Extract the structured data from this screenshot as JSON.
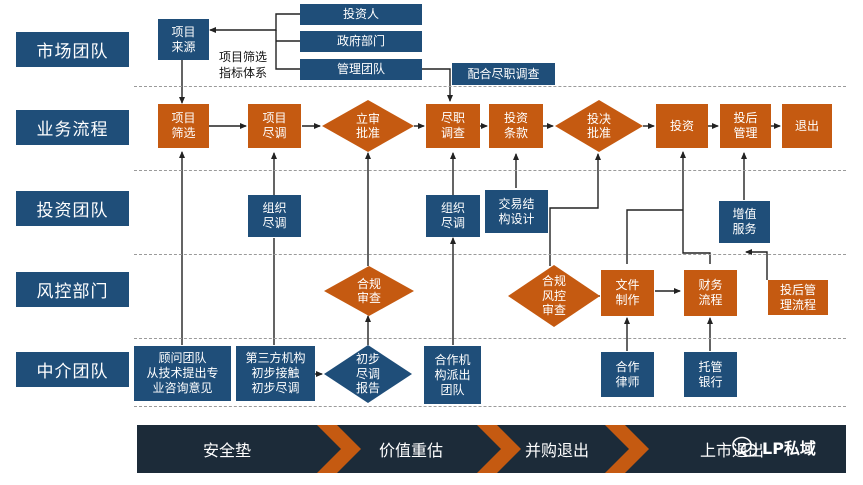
{
  "lanes": [
    {
      "label": "市场团队"
    },
    {
      "label": "业务流程"
    },
    {
      "label": "投资团队"
    },
    {
      "label": "风控部门"
    },
    {
      "label": "中介团队"
    }
  ],
  "market": {
    "source_box": "项目\n来源",
    "investor": "投资人",
    "government": "政府部门",
    "management_team": "管理团队",
    "screening_criteria": "项目筛选\n指标体系",
    "dd_assist": "配合尽职调查"
  },
  "process": {
    "screening": "项目\n筛选",
    "preliminary_dd": "项目\n尽调",
    "approval": "立审\n批准",
    "due_diligence": "尽职\n调查",
    "terms": "投资\n条款",
    "decision": "投决\n批准",
    "invest": "投资",
    "post_management": "投后\n管理",
    "exit": "退出"
  },
  "invest_team": {
    "org_dd_1": "组织\n尽调",
    "org_dd_2": "组织\n尽调",
    "deal_structure": "交易结\n构设计",
    "value_add": "增值\n服务"
  },
  "risk": {
    "compliance_review": "合规\n审查",
    "compliance_risk_review": "合规\n风控\n审查",
    "doc_prep": "文件\n制作",
    "finance_flow": "财务\n流程",
    "post_invest_flow": "投后管\n理流程"
  },
  "intermediary": {
    "advisor": "顾问团队\n从技术提出专\n业咨询意见",
    "third_party": "第三方机构\n初步接触\n初步尽调",
    "prelim_report": "初步\n尽调\n报告",
    "partner_team": "合作机\n构派出\n团队",
    "lawyer": "合作\n律师",
    "custodian": "托管\n银行"
  },
  "stage_bar": {
    "stages": [
      "安全垫",
      "价值重估",
      "并购退出",
      "上市退出"
    ]
  },
  "watermark": {
    "text": "LP私域"
  },
  "colors": {
    "navy": "#1f4e79",
    "orange": "#c55a11",
    "bar_dark": "#1c2b39",
    "chevron": "#c55a11"
  }
}
